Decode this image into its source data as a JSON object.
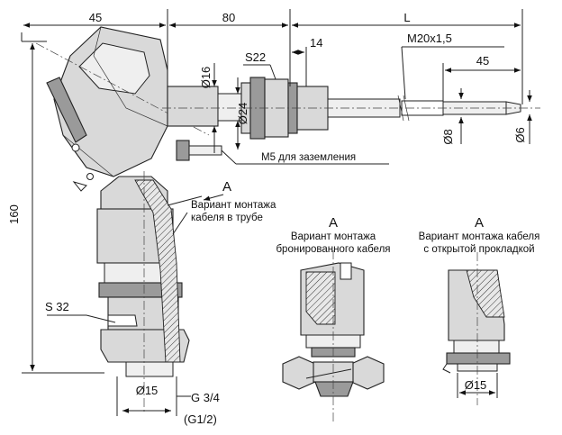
{
  "dimensions": {
    "d45_top": "45",
    "d80": "80",
    "dL": "L",
    "d160": "160",
    "d14": "14",
    "d45_right": "45",
    "thread": "M20x1,5",
    "dia16": "Ø16",
    "dia24": "Ø24",
    "s22": "S22",
    "dia8": "Ø8",
    "dia6": "Ø6",
    "s32": "S 32",
    "dia15_main": "Ø15",
    "g34": "G 3/4",
    "g12": "(G1/2)",
    "dia15_detail": "Ø15"
  },
  "labels": {
    "grounding": "М5 для заземления",
    "view_a_main": "A",
    "variant_pipe_1": "Вариант монтажа",
    "variant_pipe_2": "кабеля в трубе",
    "view_a_armored": "A",
    "variant_armored_1": "Вариант монтажа",
    "variant_armored_2": "бронированного кабеля",
    "view_a_open": "A",
    "variant_open_1": "Вариант монтажа кабеля",
    "variant_open_2": "с открытой прокладкой"
  }
}
